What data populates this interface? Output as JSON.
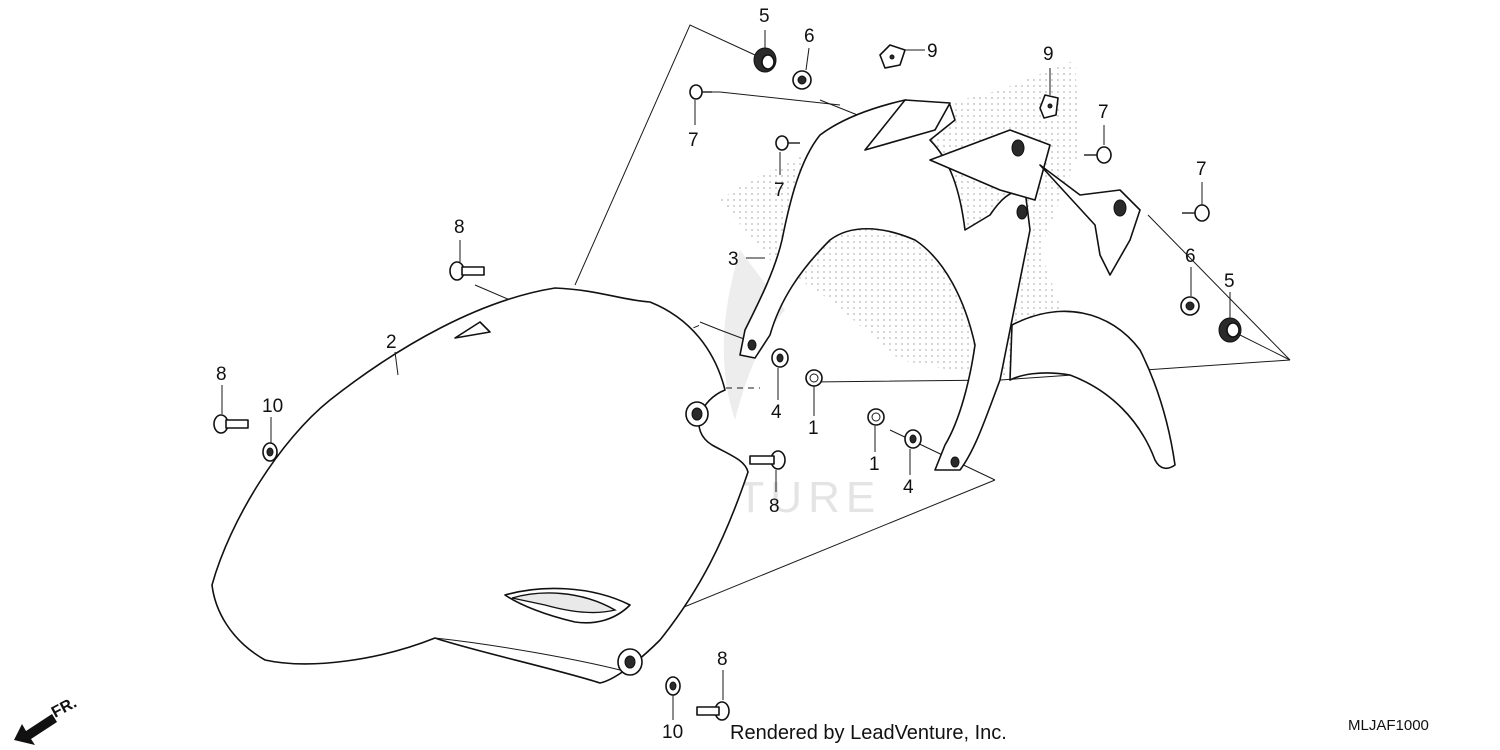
{
  "watermark": "LEADVENTURE",
  "footer_text": "Rendered by LeadVenture, Inc.",
  "diagram_code": "MLJAF1000",
  "direction_label": "FR.",
  "callouts": {
    "c1a": "1",
    "c1b": "1",
    "c2": "2",
    "c3": "3",
    "c4a": "4",
    "c4b": "4",
    "c5a": "5",
    "c5b": "5",
    "c6a": "6",
    "c6b": "6",
    "c7a": "7",
    "c7b": "7",
    "c7c": "7",
    "c7d": "7",
    "c8a": "8",
    "c8b": "8",
    "c8c": "8",
    "c8d": "8",
    "c9a": "9",
    "c9b": "9",
    "c10a": "10",
    "c10b": "10"
  },
  "colors": {
    "line": "#1a1a1a",
    "watermark": "#e4e4e4",
    "shade": "#d9d9d9"
  }
}
